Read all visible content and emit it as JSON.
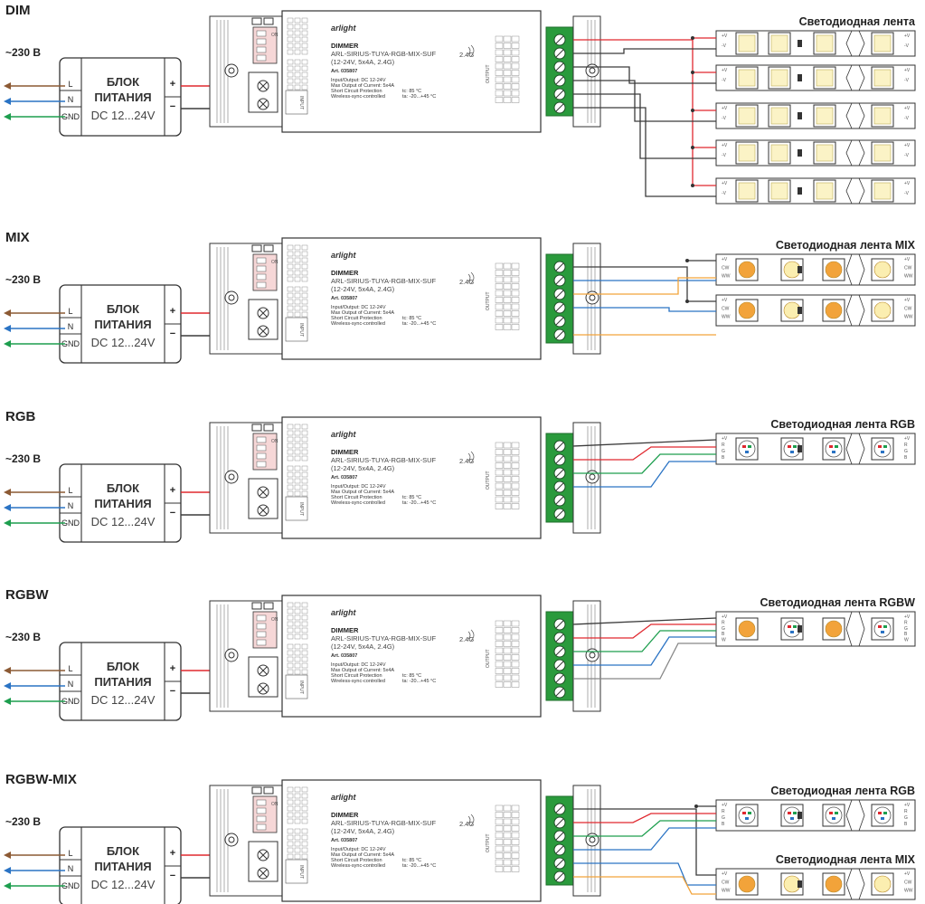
{
  "power_supply": {
    "title_line1": "БЛОК",
    "title_line2": "ПИТАНИЯ",
    "voltage": "DC 12...24V",
    "terminals": [
      "L",
      "N",
      "GND"
    ],
    "plus": "+",
    "minus": "−"
  },
  "mains_label": "~230 В",
  "dimmer": {
    "brand": "arlight",
    "title": "DIMMER",
    "model": "ARL-SIRIUS-TUYA-RGB-MIX-SUF",
    "params": "(12-24V, 5x4A, 2.4G)",
    "article": "Art. 035807",
    "spec_lines": [
      "Input/Output: DC 12-24V",
      "Max Output of Current: 5x4A",
      "Short Circuit Protection",
      "Wireless-sync-controlled"
    ],
    "spec_right": [
      "tc: 85 °C",
      "ta: -20...+45 °C"
    ],
    "freq": "2.4G",
    "output_label": "OUTPUT",
    "input_label": "INPUT",
    "on_label": "ON"
  },
  "colors": {
    "brown": "#8c5a34",
    "blue": "#2a73c4",
    "green": "#1d9e4e",
    "red": "#e0282f",
    "dark": "#3b3b3b",
    "orange": "#f2a33a",
    "terminal_green": "#2a9a3c"
  },
  "sections": [
    {
      "id": "dim",
      "title": "DIM",
      "strips": [
        {
          "label": "Светодиодная лента",
          "kind": "white",
          "count": 5,
          "pins": [
            "+V",
            "-V"
          ]
        }
      ]
    },
    {
      "id": "mix",
      "title": "MIX",
      "strips": [
        {
          "label": "Светодиодная лента MIX",
          "kind": "mix",
          "count": 2,
          "pins": [
            "+V",
            "CW",
            "WW"
          ]
        }
      ]
    },
    {
      "id": "rgb",
      "title": "RGB",
      "strips": [
        {
          "label": "Светодиодная лента RGB",
          "kind": "rgb",
          "count": 1,
          "pins": [
            "+V",
            "R",
            "G",
            "B"
          ]
        }
      ]
    },
    {
      "id": "rgbw",
      "title": "RGBW",
      "strips": [
        {
          "label": "Светодиодная лента RGBW",
          "kind": "rgbw",
          "count": 1,
          "pins": [
            "+V",
            "R",
            "G",
            "B",
            "W"
          ]
        }
      ]
    },
    {
      "id": "rgbw-mix",
      "title": "RGBW-MIX",
      "strips": [
        {
          "label": "Светодиодная лента RGB",
          "kind": "rgb",
          "count": 1,
          "pins": [
            "+V",
            "R",
            "G",
            "B"
          ]
        },
        {
          "label": "Светодиодная лента MIX",
          "kind": "mix",
          "count": 1,
          "pins": [
            "+V",
            "CW",
            "WW"
          ]
        }
      ]
    }
  ]
}
